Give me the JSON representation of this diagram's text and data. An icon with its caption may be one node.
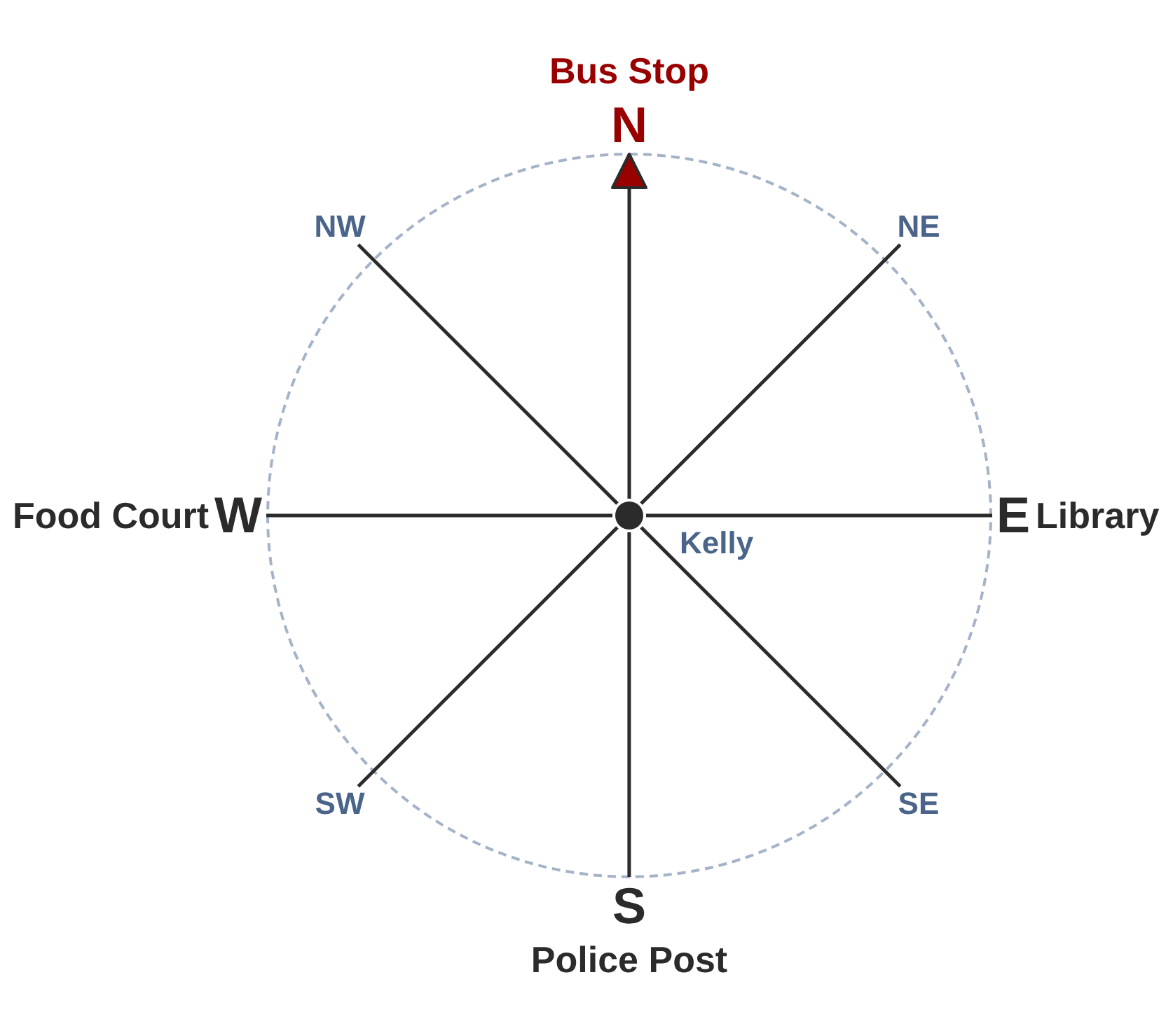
{
  "diagram": {
    "nodes": [
      {
        "text": [
          "N"
        ],
        "beside": [
          "Bus Stop"
        ]
      },
      {
        "text": [
          "NW"
        ]
      },
      {
        "text": [
          "NE"
        ]
      },
      {
        "text": [
          "W"
        ],
        "beside": [
          "Food Court"
        ]
      },
      {
        "text": [],
        "shape": "circle",
        "beside": [
          "Kelly"
        ]
      },
      {
        "text": [
          "E"
        ],
        "beside": [
          "Library"
        ]
      },
      {
        "text": [
          "SW"
        ]
      },
      {
        "text": [
          "SE"
        ]
      },
      {
        "text": [
          "S"
        ],
        "beside": [
          "Police Post"
        ]
      }
    ],
    "edges": [
      {
        "from": 4,
        "to": 0,
        "arrow": "to"
      },
      {
        "from": 4,
        "to": 2,
        "arrow": "none"
      },
      {
        "from": 4,
        "to": 5,
        "arrow": "none"
      },
      {
        "from": 4,
        "to": 7,
        "arrow": "none"
      },
      {
        "from": 4,
        "to": 8,
        "arrow": "none"
      },
      {
        "from": 4,
        "to": 6,
        "arrow": "none"
      },
      {
        "from": 4,
        "to": 3,
        "arrow": "none"
      },
      {
        "from": 4,
        "to": 1,
        "arrow": "none"
      }
    ]
  }
}
